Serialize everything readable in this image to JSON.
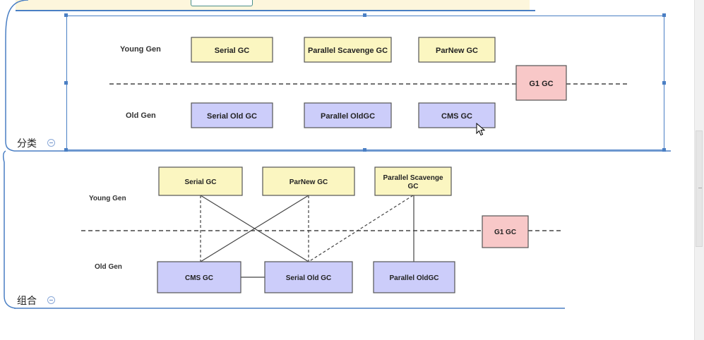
{
  "mindmap": {
    "branches": [
      {
        "id": "classification",
        "label": "分类"
      },
      {
        "id": "combination",
        "label": "组合"
      }
    ]
  },
  "diagram_classification": {
    "young_label": "Young Gen",
    "old_label": "Old Gen",
    "young_collectors": [
      "Serial GC",
      "Parallel Scavenge GC",
      "ParNew GC"
    ],
    "old_collectors": [
      "Serial Old GC",
      "Parallel OldGC",
      "CMS GC"
    ],
    "both": "G1  GC"
  },
  "diagram_combination": {
    "young_label": "Young Gen",
    "old_label": "Old Gen",
    "young_collectors": [
      "Serial GC",
      "ParNew GC",
      "Parallel Scavenge GC"
    ],
    "old_collectors": [
      "CMS GC",
      "Serial Old GC",
      "Parallel OldGC"
    ],
    "both": "G1  GC",
    "links": [
      {
        "from": "Serial GC",
        "to": "CMS GC",
        "style": "dashed"
      },
      {
        "from": "Serial GC",
        "to": "Serial Old GC",
        "style": "solid"
      },
      {
        "from": "ParNew GC",
        "to": "CMS GC",
        "style": "solid"
      },
      {
        "from": "ParNew GC",
        "to": "Serial Old GC",
        "style": "dashed"
      },
      {
        "from": "Parallel Scavenge GC",
        "to": "Serial Old GC",
        "style": "dashed"
      },
      {
        "from": "Parallel Scavenge GC",
        "to": "Parallel OldGC",
        "style": "solid"
      },
      {
        "from": "CMS GC",
        "to": "Serial Old GC",
        "style": "solid"
      }
    ]
  },
  "colors": {
    "young_fill": "#fbf6c1",
    "old_fill": "#cccdfa",
    "g1_fill": "#f8c8c8",
    "frame": "#4a7fc4",
    "branch_line": "#4a7fc4"
  }
}
